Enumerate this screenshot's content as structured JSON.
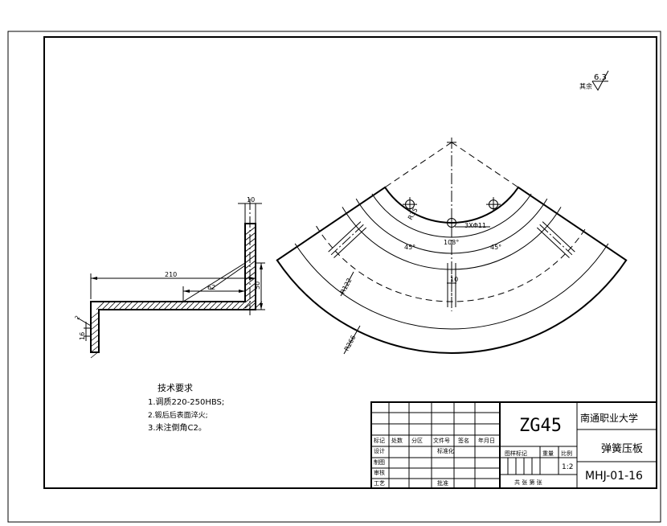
{
  "roughness": {
    "symbol_label": "其余",
    "value": "6.3"
  },
  "side_view": {
    "dim_length": "210",
    "dim_inner": "62",
    "dim_height": "50",
    "dim_thickness_top": "10",
    "dim_thickness_left": "16",
    "dim_small": "2"
  },
  "top_view": {
    "dim_r35": "R35",
    "dim_holes": "3XΦ11",
    "dim_angle_mid": "108°",
    "dim_angle_left": "45°",
    "dim_angle_right": "45°",
    "dim_width_10": "10",
    "dim_r122": "R122",
    "dim_r266": "R266"
  },
  "tech_requirements": {
    "title": "技术要求",
    "items": [
      "1.调质220-250HBS;",
      "2.锻后后表面淬火;",
      "3.未注倒角C2。"
    ]
  },
  "title_block": {
    "material": "ZG45",
    "school": "南通职业大学",
    "part_name": "弹簧压板",
    "drawing_no": "MHJ-01-16",
    "scale": "1:2",
    "headers": {
      "mark": "标记",
      "count": "处数",
      "zone": "分区",
      "doc_no": "文件号",
      "sign": "签名",
      "date": "年月日",
      "design": "设计",
      "std": "标准化",
      "drawing": "制图",
      "check": "审核",
      "process": "工艺",
      "approve": "批准",
      "stage_mark": "图样标记",
      "weight": "重量",
      "ratio": "比例",
      "sheets": "共  张  第  张"
    }
  }
}
